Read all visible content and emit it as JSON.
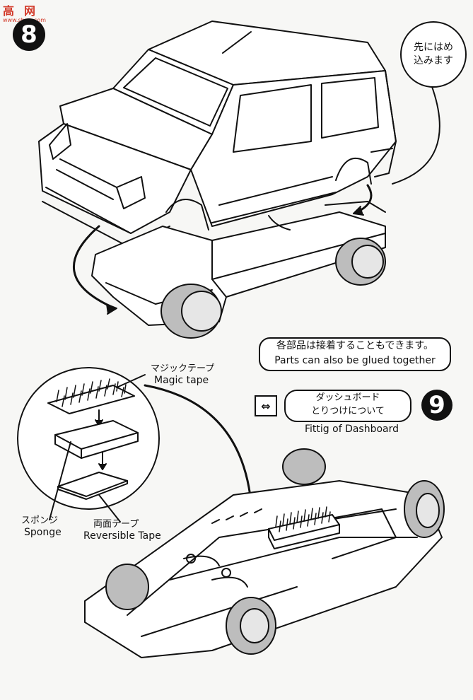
{
  "watermark": {
    "brand": "高",
    "brand2": "网",
    "url": "www.show.com"
  },
  "step8": {
    "number": "8",
    "callout_line1": "先にはめ",
    "callout_line2": "込みます"
  },
  "note": {
    "jp": "各部品は接着することもできます。",
    "en": "Parts can also be glued together"
  },
  "step9": {
    "number": "9",
    "title_jp_line1": "ダッシュボード",
    "title_jp_line2": "とりつけについて",
    "title_en": "Fittig of Dashboard"
  },
  "parts": {
    "magic_tape_jp": "マジックテープ",
    "magic_tape_en": "Magic tape",
    "sponge_jp": "スポンジ",
    "sponge_en": "Sponge",
    "reversible_tape_jp": "両面テープ",
    "reversible_tape_en": "Reversible Tape"
  },
  "icons": [
    "join-arrows-icon",
    "curved-arrow-icon"
  ],
  "colors": {
    "ink": "#111111",
    "paper": "#f7f7f5",
    "tire": "#bdbdbd",
    "watermark": "#d23a2a"
  }
}
